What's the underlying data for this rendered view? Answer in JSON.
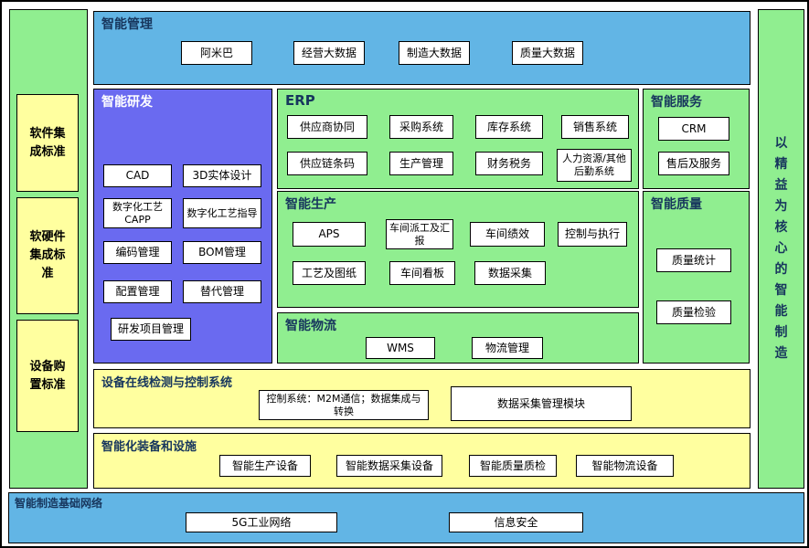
{
  "colors": {
    "band_blue": "#62b5e5",
    "panel_purple": "#6a6af0",
    "panel_green": "#90ee90",
    "band_yellow": "#ffff9f",
    "title_navy": "#17365d",
    "node_white": "#ffffff"
  },
  "left_column": {
    "items": [
      "软件集成标准",
      "软硬件集成标准",
      "设备购置标准"
    ]
  },
  "right_column": {
    "label": "以精益为核心的智能制造"
  },
  "management": {
    "title": "智能管理",
    "items": [
      "阿米巴",
      "经营大数据",
      "制造大数据",
      "质量大数据"
    ]
  },
  "rnd": {
    "title": "智能研发",
    "items": [
      "CAD",
      "3D实体设计",
      "数字化工艺CAPP",
      "数字化工艺指导",
      "编码管理",
      "BOM管理",
      "配置管理",
      "替代管理",
      "研发项目管理"
    ]
  },
  "erp": {
    "title": "ERP",
    "items": [
      "供应商协同",
      "采购系统",
      "库存系统",
      "销售系统",
      "供应链条码",
      "生产管理",
      "财务税务",
      "人力资源/其他后勤系统"
    ]
  },
  "service": {
    "title": "智能服务",
    "items": [
      "CRM",
      "售后及服务"
    ]
  },
  "production": {
    "title": "智能生产",
    "items": [
      "APS",
      "车间派工及汇报",
      "车间绩效",
      "控制与执行",
      "工艺及图纸",
      "车间看板",
      "数据采集"
    ]
  },
  "logistics": {
    "title": "智能物流",
    "items": [
      "WMS",
      "物流管理"
    ]
  },
  "quality": {
    "title": "智能质量",
    "items": [
      "质量统计",
      "质量检验"
    ]
  },
  "detection": {
    "title": "设备在线检测与控制系统",
    "items": [
      "控制系统：M2M通信；数据集成与转换",
      "数据采集管理模块"
    ]
  },
  "equipment": {
    "title": "智能化装备和设施",
    "items": [
      "智能生产设备",
      "智能数据采集设备",
      "智能质量质检",
      "智能物流设备"
    ]
  },
  "network": {
    "title": "智能制造基础网络",
    "items": [
      "5G工业网络",
      "信息安全"
    ]
  }
}
